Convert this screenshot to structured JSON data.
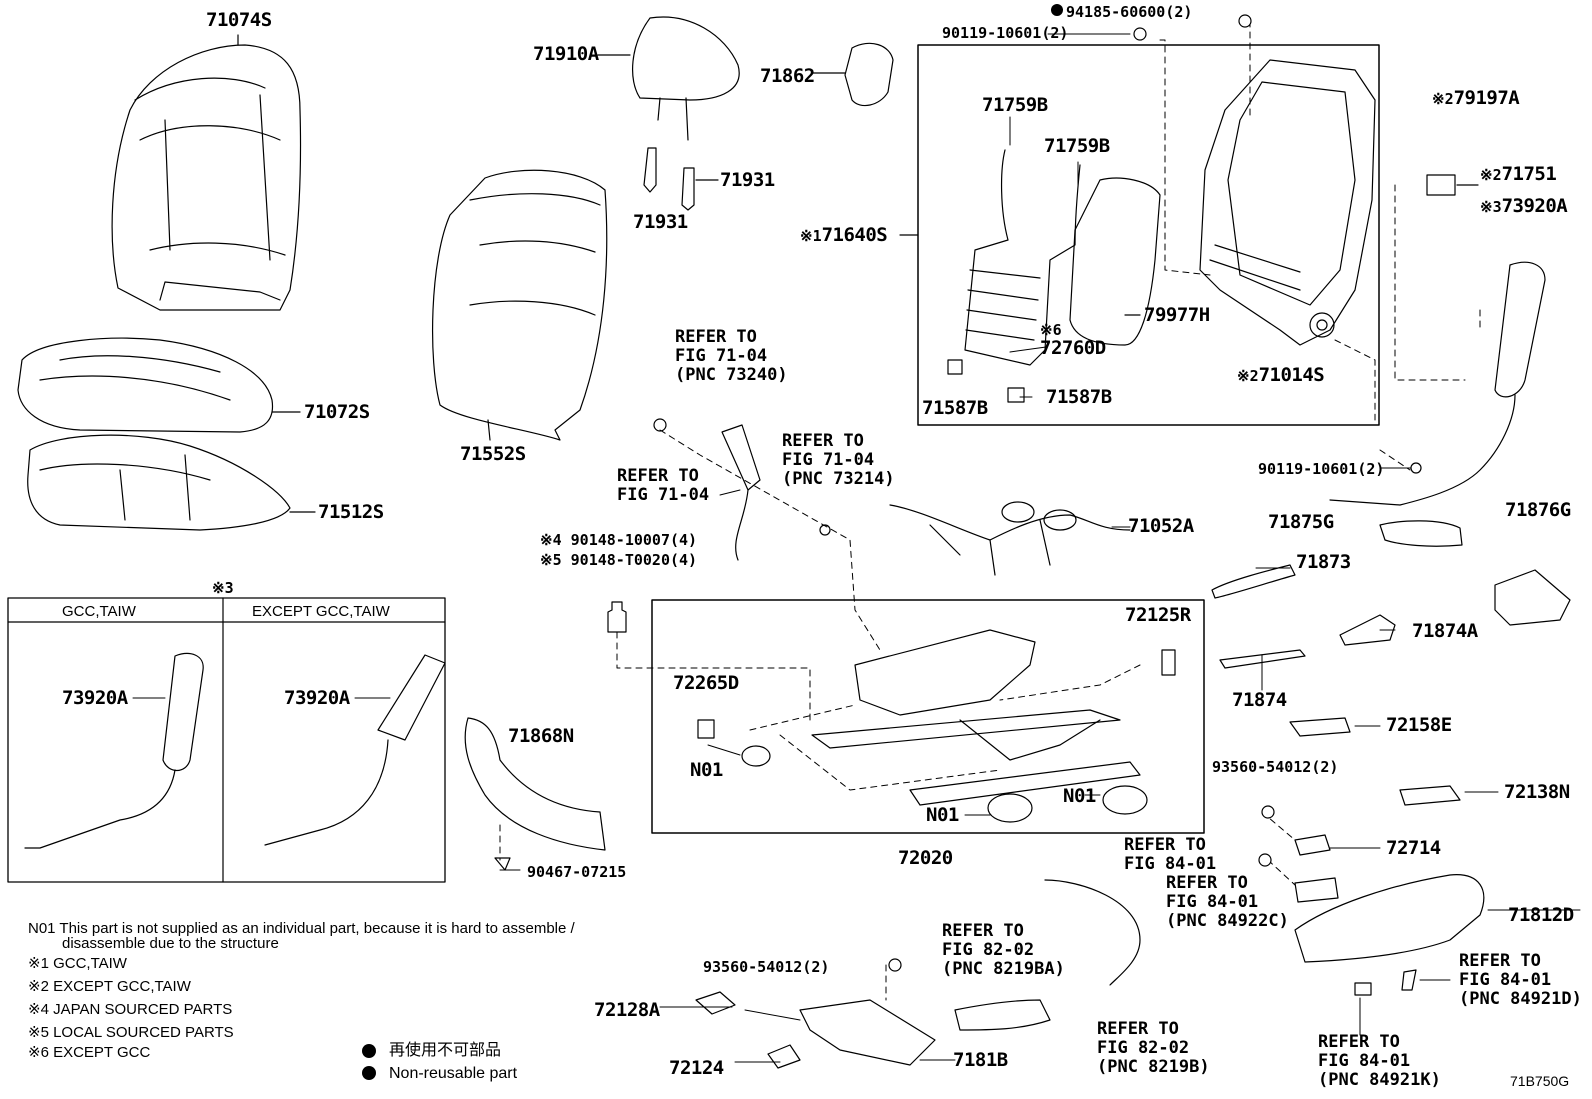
{
  "diagram_code": "71B750G",
  "parts": {
    "p71074S": "71074S",
    "p71910A": "71910A",
    "p71862": "71862",
    "p94185": "94185-60600(2)",
    "p90119_top": "90119-10601(2)",
    "p71759B_a": "71759B",
    "p71759B_b": "71759B",
    "p71640S": "71640S",
    "p79977H": "79977H",
    "p72760D": "72760D",
    "p71587B_a": "71587B",
    "p71587B_b": "71587B",
    "p71014S": "71014S",
    "p79197A": "79197A",
    "p71751": "71751",
    "p73920A_top": "73920A",
    "p71931_a": "71931",
    "p71931_b": "71931",
    "p71072S": "71072S",
    "p71552S": "71552S",
    "p71512S": "71512S",
    "p90119_mid": "90119-10601(2)",
    "p71052A": "71052A",
    "p71875G": "71875G",
    "p71876G": "71876G",
    "p71873": "71873",
    "p90148_a": "90148-10007(4)",
    "p90148_b": "90148-T0020(4)",
    "p72125R": "72125R",
    "p71874A": "71874A",
    "p72265D": "72265D",
    "p71874": "71874",
    "p71868N": "71868N",
    "p72158E": "72158E",
    "p93560_a": "93560-54012(2)",
    "pN01_a": "N01",
    "pN01_b": "N01",
    "pN01_c": "N01",
    "p72138N": "72138N",
    "p72714": "72714",
    "p72020": "72020",
    "p90467": "90467-07215",
    "p71812D": "71812D",
    "p93560_b": "93560-54012(2)",
    "p72128A": "72128A",
    "p72124": "72124",
    "p7181B": "7181B",
    "p73920A_l": "73920A",
    "p73920A_r": "73920A"
  },
  "marks": {
    "m1": "※1",
    "m2a": "※2",
    "m2b": "※2",
    "m2c": "※2",
    "m3a": "※3",
    "m3b": "※3",
    "m4": "※4",
    "m5": "※5",
    "m6": "※6"
  },
  "refs": {
    "r73240": "REFER TO\nFIG 71-04\n(PNC 73240)",
    "r7104": "REFER TO\nFIG 71-04",
    "r73214": "REFER TO\nFIG 71-04\n(PNC 73214)",
    "r8401a": "REFER TO\nFIG 84-01",
    "r84922C": "REFER TO\nFIG 84-01\n(PNC 84922C)",
    "r8219BA": "REFER TO\nFIG 82-02\n(PNC 8219BA)",
    "r8219B": "REFER TO\nFIG 82-02\n(PNC 8219B)",
    "r84921D": "REFER TO\nFIG 84-01\n(PNC 84921D)",
    "r84921K": "REFER TO\nFIG 84-01\n(PNC 84921K)"
  },
  "inset": {
    "col_left": "GCC,TAIW",
    "col_right": "EXCEPT GCC,TAIW"
  },
  "notes": {
    "n01_line1": "N01 This part is not supplied as an individual part, because it is hard to assemble /",
    "n01_line2": "disassemble due to the structure",
    "n1": "※1 GCC,TAIW",
    "n2": "※2 EXCEPT GCC,TAIW",
    "n4": "※4 JAPAN SOURCED PARTS",
    "n5": "※5 LOCAL SOURCED PARTS",
    "n6": "※6 EXCEPT GCC",
    "legend_jp": "再使用不可部品",
    "legend_en": "Non-reusable part"
  },
  "icons": {
    "non_reusable": "filled-circle-icon"
  }
}
